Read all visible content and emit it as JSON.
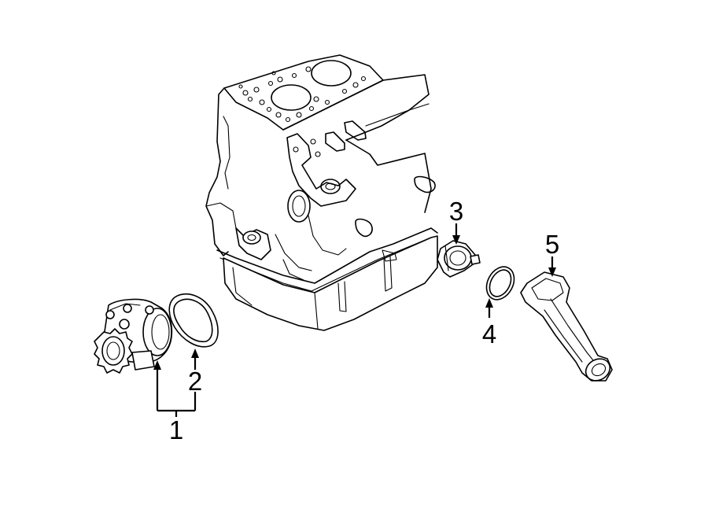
{
  "callouts": [
    {
      "id": "1",
      "label": "1"
    },
    {
      "id": "2",
      "label": "2"
    },
    {
      "id": "3",
      "label": "3"
    },
    {
      "id": "4",
      "label": "4"
    },
    {
      "id": "5",
      "label": "5"
    }
  ],
  "parts": [
    {
      "callout": "1",
      "icon": "water-pump-icon"
    },
    {
      "callout": "2",
      "icon": "pump-gasket-icon"
    },
    {
      "callout": "3",
      "icon": "thermostat-icon"
    },
    {
      "callout": "4",
      "icon": "thermostat-seal-ring-icon"
    },
    {
      "callout": "5",
      "icon": "thermostat-housing-icon"
    }
  ],
  "background_icon": "engine-block-icon"
}
